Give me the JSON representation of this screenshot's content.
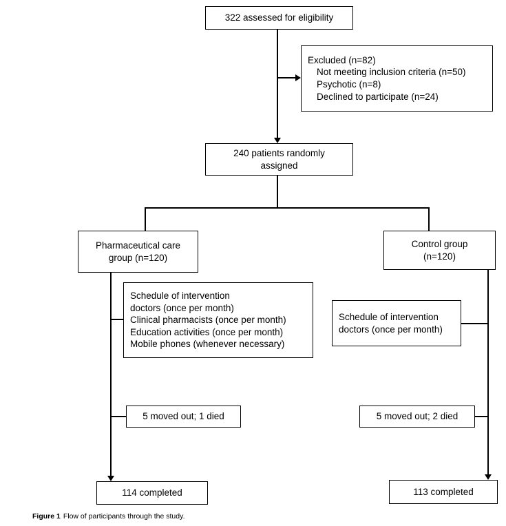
{
  "caption": {
    "label": "Figure 1",
    "text": "Flow of participants through the study."
  },
  "colors": {
    "line": "#000000",
    "text": "#000000",
    "box_background": "#ffffff",
    "page_background": "#ffffff"
  },
  "boxes": {
    "eligibility": {
      "lines": [
        "322 assessed for eligibility"
      ]
    },
    "excluded": {
      "title": "Excluded (n=82)",
      "items": [
        "Not meeting inclusion criteria (n=50)",
        "Psychotic (n=8)",
        "Declined to participate (n=24)"
      ]
    },
    "assigned": {
      "lines": [
        "240 patients randomly",
        "assigned"
      ]
    },
    "pharm_group": {
      "lines": [
        "Pharmaceutical care",
        "group (n=120)"
      ]
    },
    "control_group": {
      "lines": [
        "Control group",
        "(n=120)"
      ]
    },
    "pharm_schedule": {
      "lines": [
        "Schedule of intervention",
        "doctors (once per month)",
        "Clinical pharmacists (once per month)",
        "Education activities (once per month)",
        "Mobile phones (whenever necessary)"
      ]
    },
    "control_schedule": {
      "lines": [
        "Schedule of intervention",
        "doctors (once per month)"
      ]
    },
    "pharm_dropout": {
      "lines": [
        "5 moved out; 1 died"
      ]
    },
    "control_dropout": {
      "lines": [
        "5 moved out; 2 died"
      ]
    },
    "pharm_completed": {
      "lines": [
        "114 completed"
      ]
    },
    "control_completed": {
      "lines": [
        "113 completed"
      ]
    }
  }
}
